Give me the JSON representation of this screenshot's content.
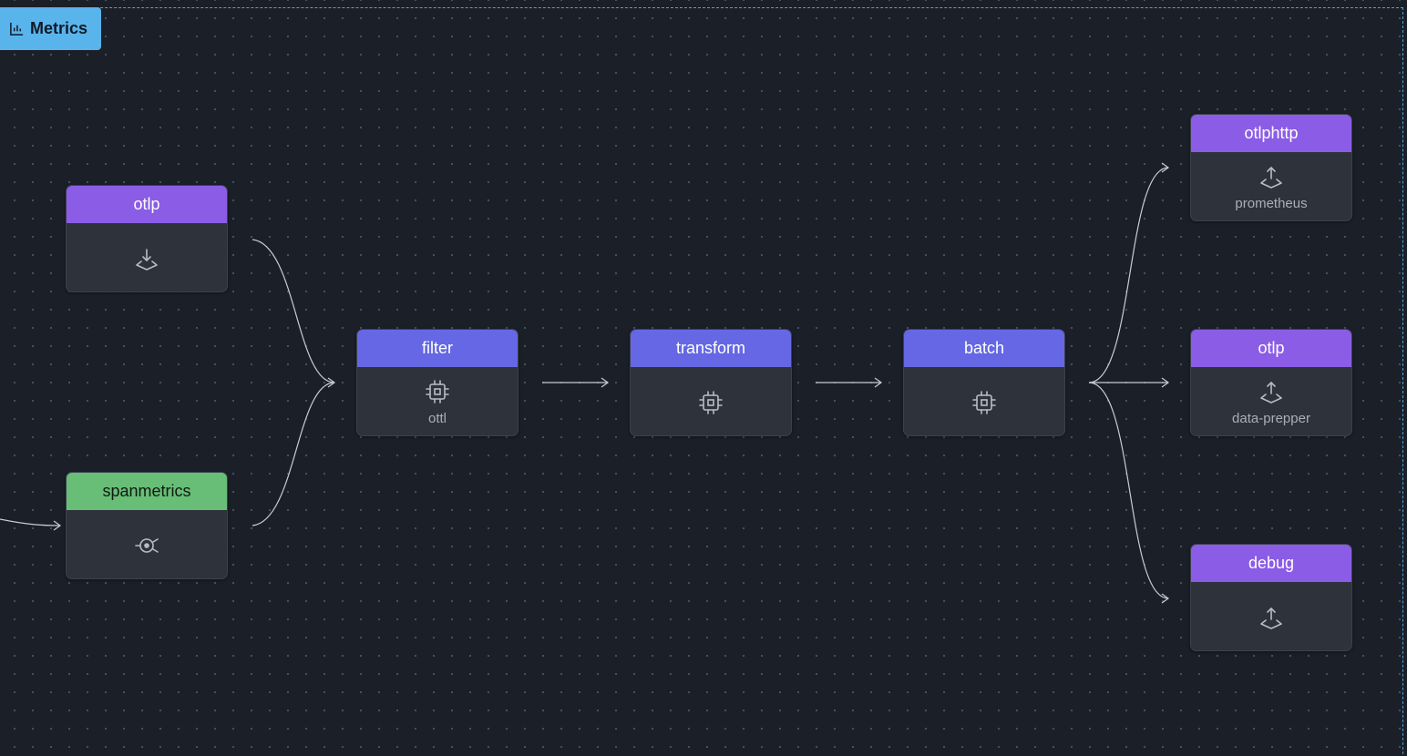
{
  "group": {
    "label": "Metrics",
    "icon": "bar-chart-icon"
  },
  "nodes": {
    "receiver_otlp": {
      "title": "otlp",
      "icon": "download-icon"
    },
    "connector_spanmetrics": {
      "title": "spanmetrics",
      "icon": "connector-icon"
    },
    "processor_filter": {
      "title": "filter",
      "subtitle": "ottl",
      "icon": "cpu-icon"
    },
    "processor_transform": {
      "title": "transform",
      "icon": "cpu-icon"
    },
    "processor_batch": {
      "title": "batch",
      "icon": "cpu-icon"
    },
    "exporter_otlphttp": {
      "title": "otlphttp",
      "subtitle": "prometheus",
      "icon": "upload-icon"
    },
    "exporter_otlp": {
      "title": "otlp",
      "subtitle": "data-prepper",
      "icon": "upload-icon"
    },
    "exporter_debug": {
      "title": "debug",
      "icon": "upload-icon"
    }
  },
  "colors": {
    "background": "#1b1f28",
    "group_accent": "#5ab4ec",
    "receiver_header": "#8b5ce6",
    "processor_header": "#6567e4",
    "exporter_header": "#8b5ce6",
    "connector_header": "#68bd77",
    "node_body": "#2e323b",
    "edge": "#c9ccd2"
  }
}
